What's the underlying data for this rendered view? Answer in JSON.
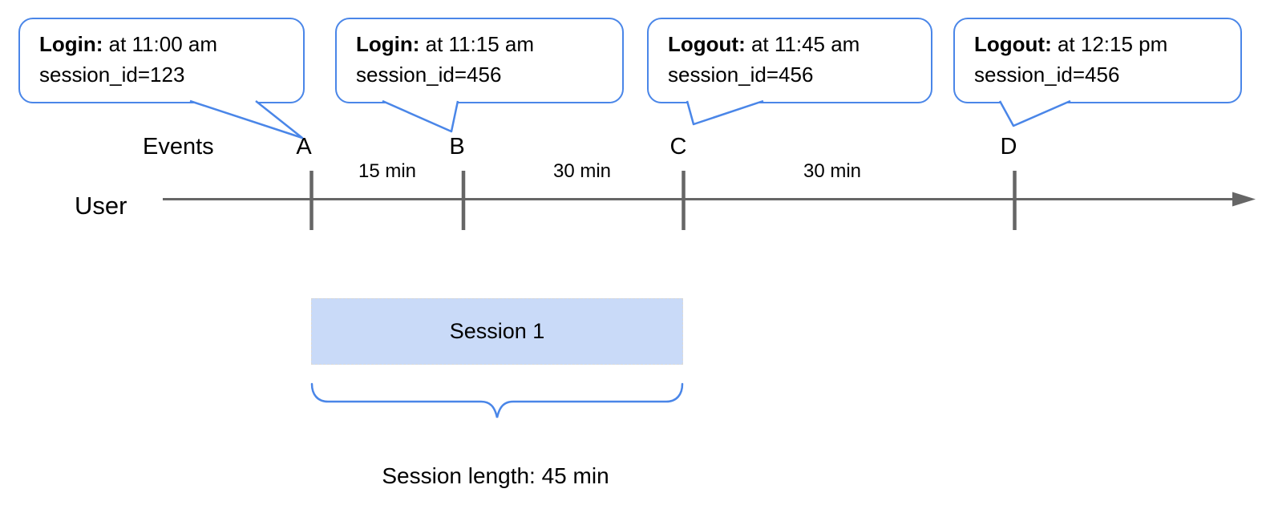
{
  "callouts": [
    {
      "event": "Login:",
      "detail": " at 11:00 am",
      "session_line": "session_id=123"
    },
    {
      "event": "Login:",
      "detail": " at 11:15 am",
      "session_line": "session_id=456"
    },
    {
      "event": "Logout:",
      "detail": " at 11:45 am",
      "session_line": "session_id=456"
    },
    {
      "event": "Logout:",
      "detail": " at 12:15 pm",
      "session_line": "session_id=456"
    }
  ],
  "timeline": {
    "row_label": "User",
    "events_label": "Events",
    "markers": [
      "A",
      "B",
      "C",
      "D"
    ],
    "intervals": [
      "15 min",
      "30 min",
      "30 min"
    ]
  },
  "session": {
    "box_label": "Session 1",
    "length_label": "Session length: 45 min"
  },
  "colors": {
    "accent_blue": "#4a86e8",
    "session_fill": "#c9daf8",
    "axis_gray": "#666666"
  }
}
